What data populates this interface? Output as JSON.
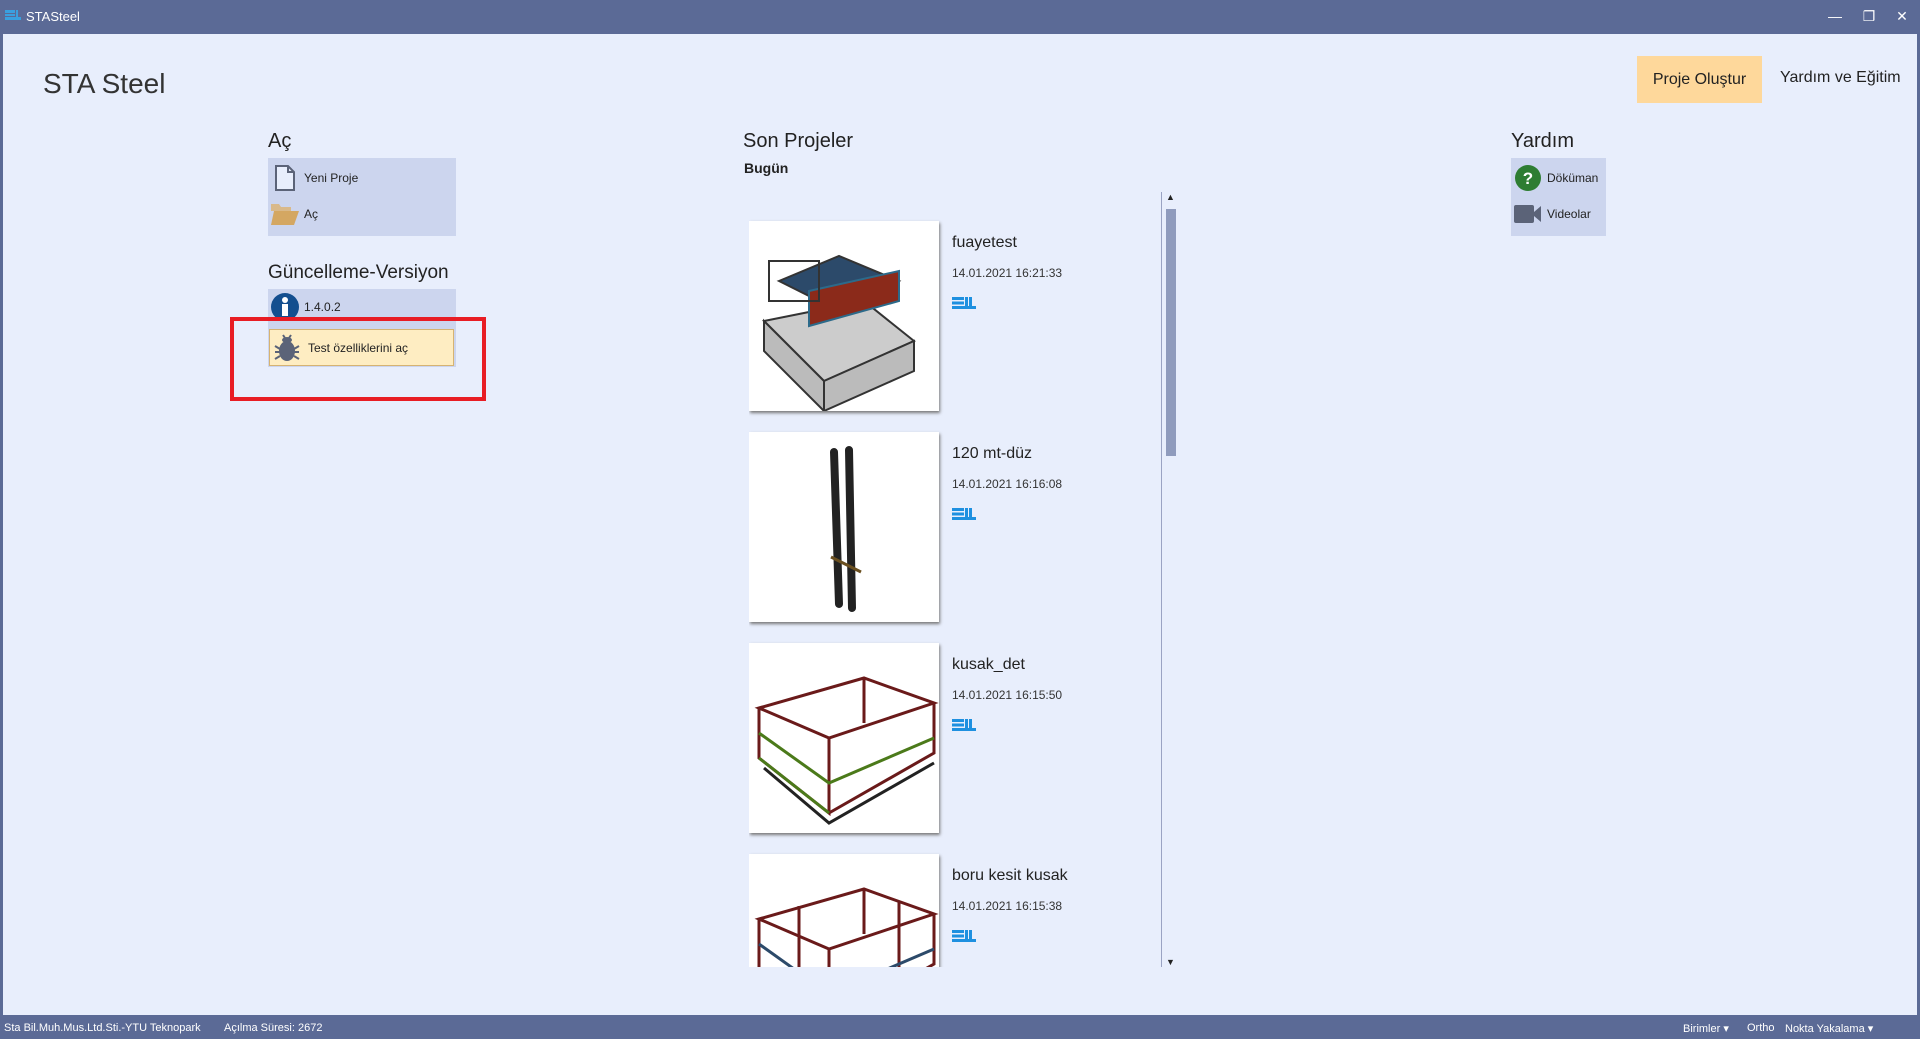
{
  "window": {
    "title": "STASteel",
    "icon": "sta-logo-icon"
  },
  "app_title": "STA Steel",
  "header": {
    "create_project": "Proje Oluştur",
    "help_training": "Yardım ve Eğitim"
  },
  "open_section": {
    "heading": "Aç",
    "items": [
      {
        "label": "Yeni Proje",
        "icon": "new-file-icon"
      },
      {
        "label": "Aç",
        "icon": "folder-open-icon"
      }
    ]
  },
  "update_section": {
    "heading": "Güncelleme-Versiyon",
    "version": "1.4.0.2",
    "test_button": "Test özelliklerini aç"
  },
  "recent": {
    "heading": "Son Projeler",
    "group": "Bugün",
    "projects": [
      {
        "name": "fuayetest",
        "date": "14.01.2021 16:21:33"
      },
      {
        "name": "120 mt-düz",
        "date": "14.01.2021 16:16:08"
      },
      {
        "name": "kusak_det",
        "date": "14.01.2021 16:15:50"
      },
      {
        "name": "boru kesit kusak",
        "date": "14.01.2021 16:15:38"
      }
    ]
  },
  "help_section": {
    "heading": "Yardım",
    "items": [
      {
        "label": "Döküman",
        "icon": "help-circle-icon"
      },
      {
        "label": "Videolar",
        "icon": "video-camera-icon"
      }
    ]
  },
  "status": {
    "company": "Sta Bil.Muh.Mus.Ltd.Sti.-YTU Teknopark",
    "open_time": "Açılma Süresi: 2672",
    "units": "Birimler",
    "ortho": "Ortho",
    "snap": "Nokta Yakalama"
  },
  "colors": {
    "titlebar": "#5b6a96",
    "background": "#e8eefc",
    "accent": "#fed89b",
    "highlight": "#e81c24"
  }
}
